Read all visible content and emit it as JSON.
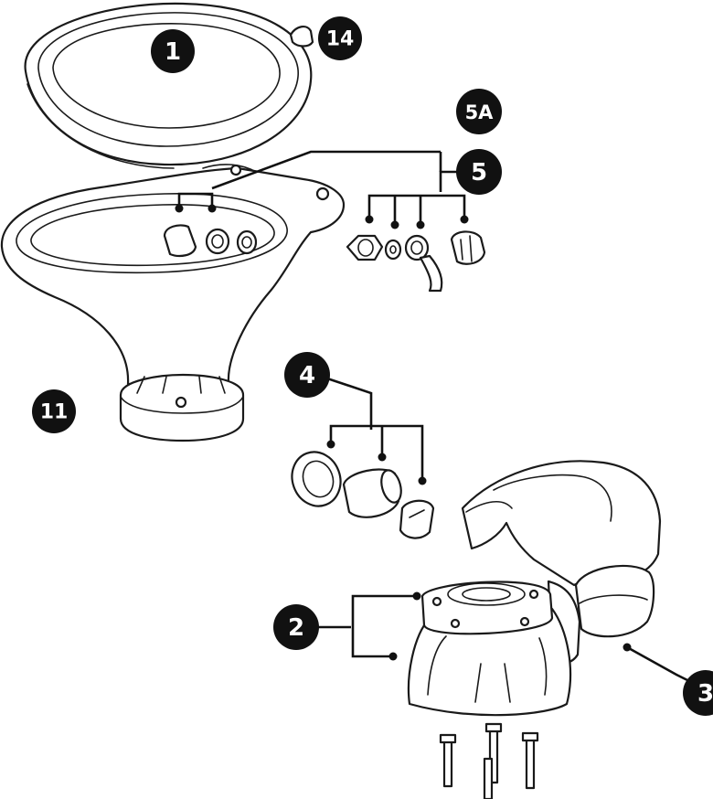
{
  "diagram": {
    "callouts": {
      "c1": "1",
      "c14": "14",
      "c5a": "5A",
      "c5": "5",
      "c11": "11",
      "c4": "4",
      "c2": "2",
      "c3": "3"
    },
    "colors": {
      "badge": "#111111",
      "badge_text": "#ffffff",
      "line": "#1a1a1a",
      "background": "#ffffff"
    }
  }
}
